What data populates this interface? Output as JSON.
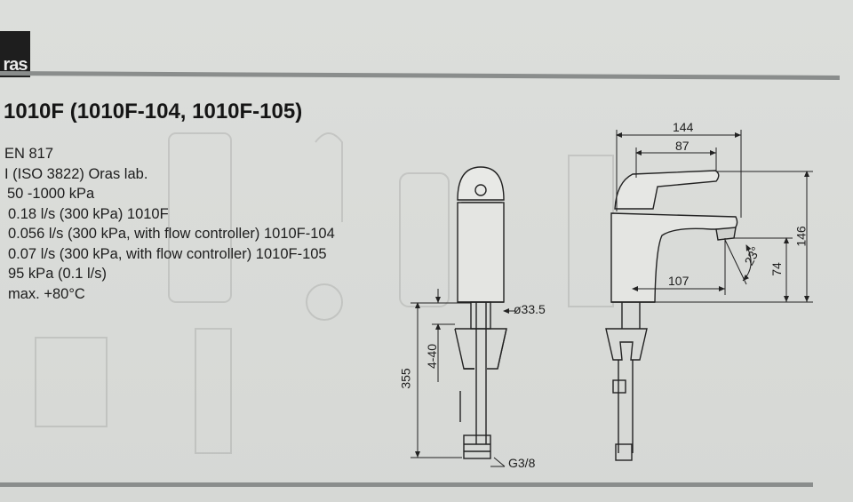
{
  "brand": {
    "logo_text": "ras"
  },
  "product": {
    "title": "1010F (1010F-104, 1010F-105)",
    "specs": [
      "EN 817",
      "I (ISO 3822) Oras lab.",
      "50 -1000 kPa",
      "0.18 l/s (300 kPa) 1010F",
      "0.056 l/s (300 kPa, with flow controller) 1010F-104",
      "0.07 l/s (300 kPa, with flow controller) 1010F-105",
      "95 kPa (0.1 l/s)",
      "max. +80°C"
    ]
  },
  "dimensions": {
    "front": {
      "diameter": "ø33.5",
      "total_height": "355",
      "range": "4-40",
      "thread": "G3/8"
    },
    "side": {
      "width": "144",
      "lever": "87",
      "height": "146",
      "reach": "107",
      "spout_height": "74",
      "angle": "23°"
    }
  }
}
